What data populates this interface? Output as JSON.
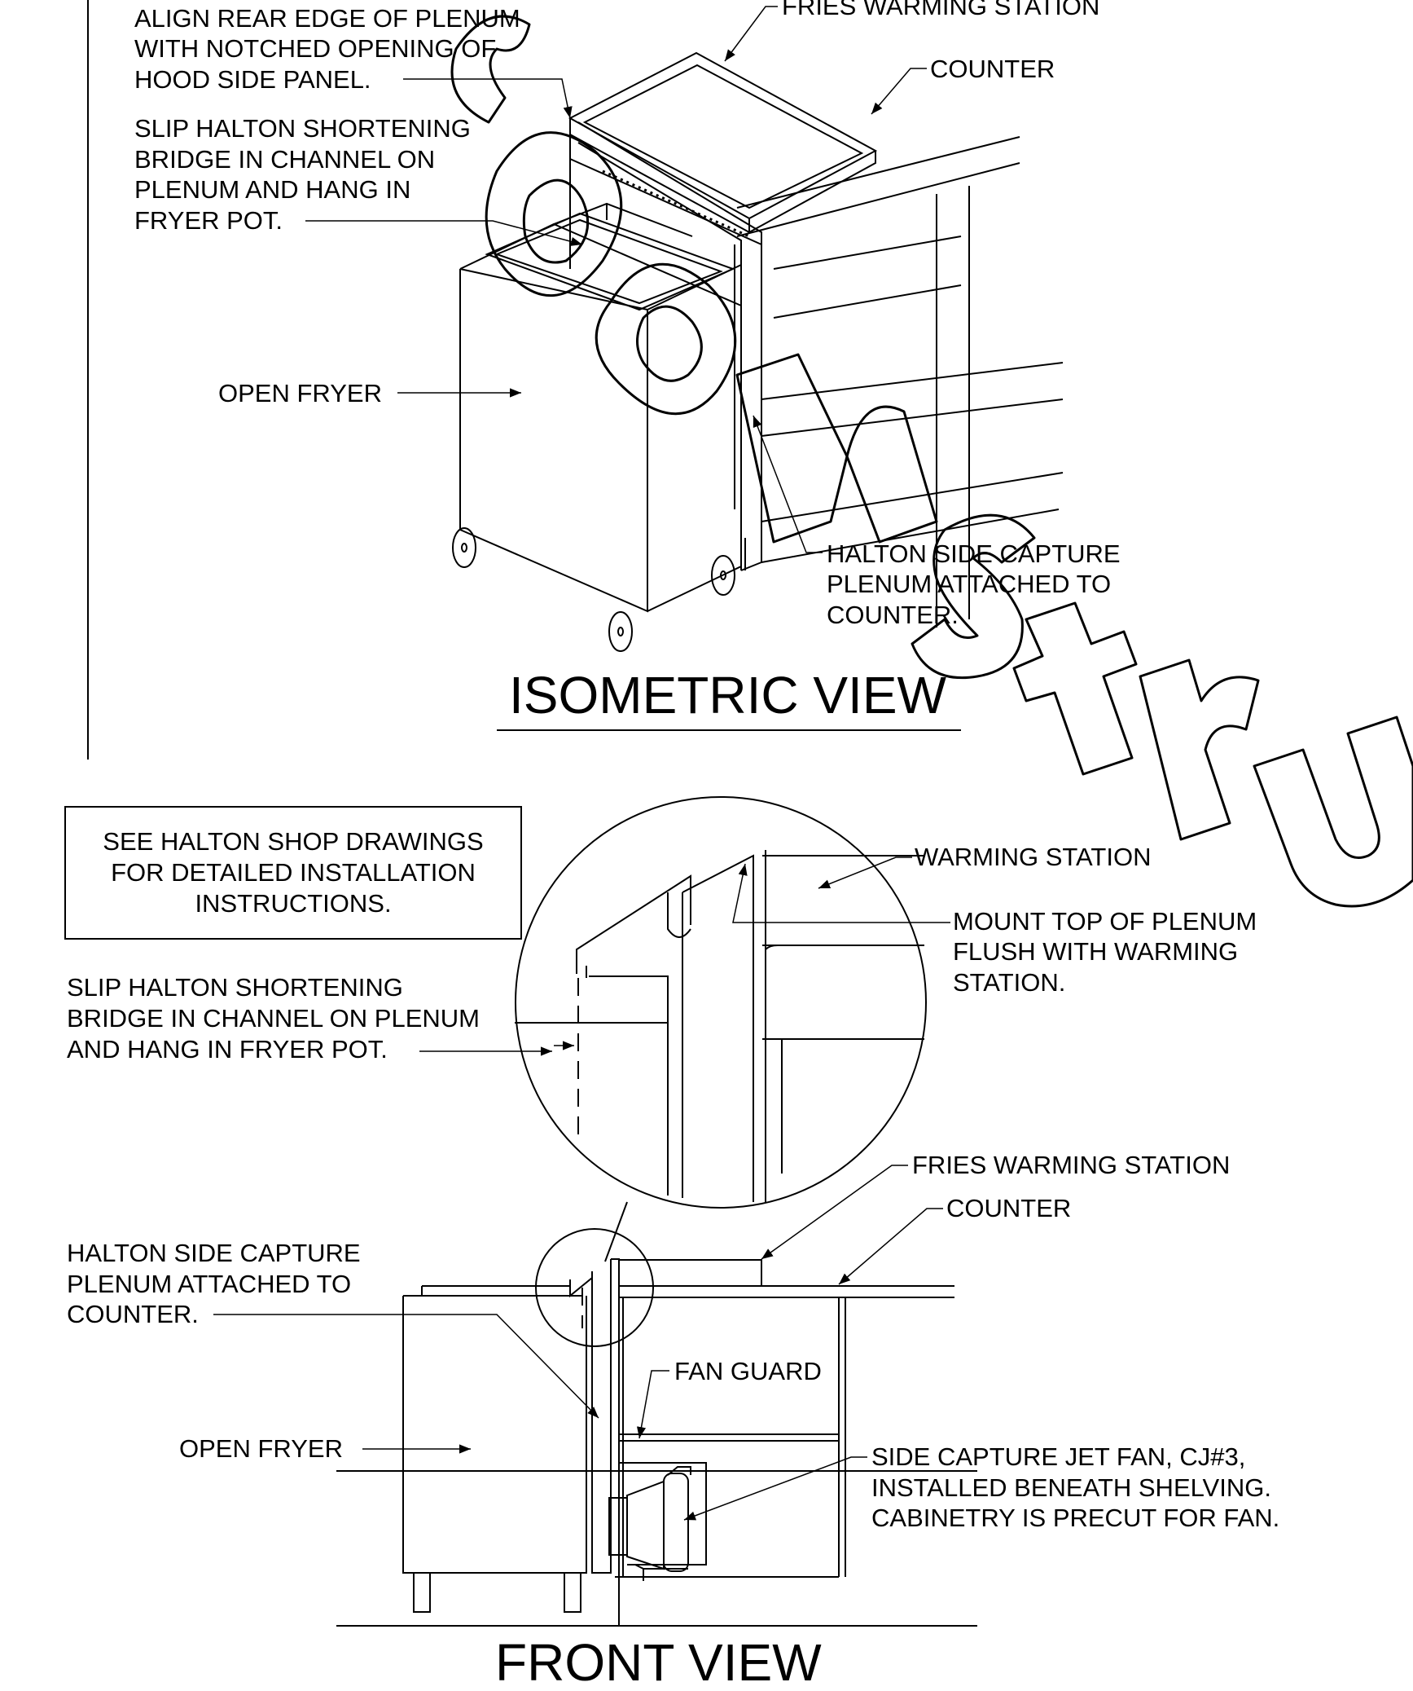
{
  "isometric_view": {
    "title": "ISOMETRIC VIEW",
    "labels": {
      "fries_warming_station": "FRIES WARMING STATION",
      "counter": "COUNTER",
      "align_rear_edge": [
        "ALIGN REAR EDGE OF PLENUM",
        "WITH NOTCHED OPENING OF",
        "HOOD SIDE PANEL."
      ],
      "slip_bridge": [
        "SLIP HALTON SHORTENING",
        "BRIDGE IN CHANNEL ON",
        "PLENUM AND  HANG IN",
        "FRYER POT."
      ],
      "open_fryer": "OPEN FRYER",
      "side_capture_plenum": [
        "HALTON SIDE CAPTURE",
        "PLENUM ATTACHED TO",
        "COUNTER."
      ]
    }
  },
  "front_view": {
    "title": "FRONT VIEW",
    "note_box": [
      "SEE HALTON SHOP DRAWINGS",
      "FOR DETAILED INSTALLATION",
      "INSTRUCTIONS."
    ],
    "labels": {
      "warming_station": "WARMING STATION",
      "mount_top": [
        "MOUNT TOP OF PLENUM",
        "FLUSH WITH WARMING",
        "STATION."
      ],
      "slip_bridge": [
        "SLIP HALTON SHORTENING",
        "BRIDGE IN CHANNEL ON PLENUM",
        "AND HANG IN FRYER POT."
      ],
      "fries_warming_station": "FRIES WARMING STATION",
      "counter": "COUNTER",
      "side_capture_plenum": [
        "HALTON SIDE CAPTURE",
        "PLENUM ATTACHED TO",
        "COUNTER."
      ],
      "fan_guard": "FAN GUARD",
      "open_fryer": "OPEN FRYER",
      "jet_fan": [
        "SIDE CAPTURE JET FAN, CJ#3,",
        "INSTALLED BENEATH SHELVING.",
        "CABINETRY IS PRECUT FOR FAN."
      ]
    }
  }
}
